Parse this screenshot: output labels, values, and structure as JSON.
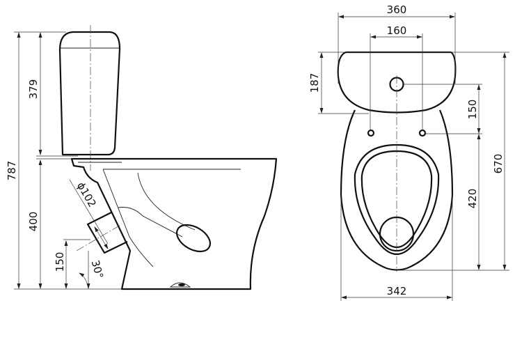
{
  "side_view": {
    "total_height": "787",
    "tank_height": "379",
    "bowl_height": "400",
    "outlet_height": "150",
    "outlet_diameter": "ϕ102",
    "outlet_angle": "30°"
  },
  "front_view": {
    "tank_width": "360",
    "bolt_spacing": "160",
    "tank_depth": "187",
    "hole_to_bolts": "150",
    "total_depth": "670",
    "bolts_to_front": "420",
    "bowl_width": "342"
  }
}
